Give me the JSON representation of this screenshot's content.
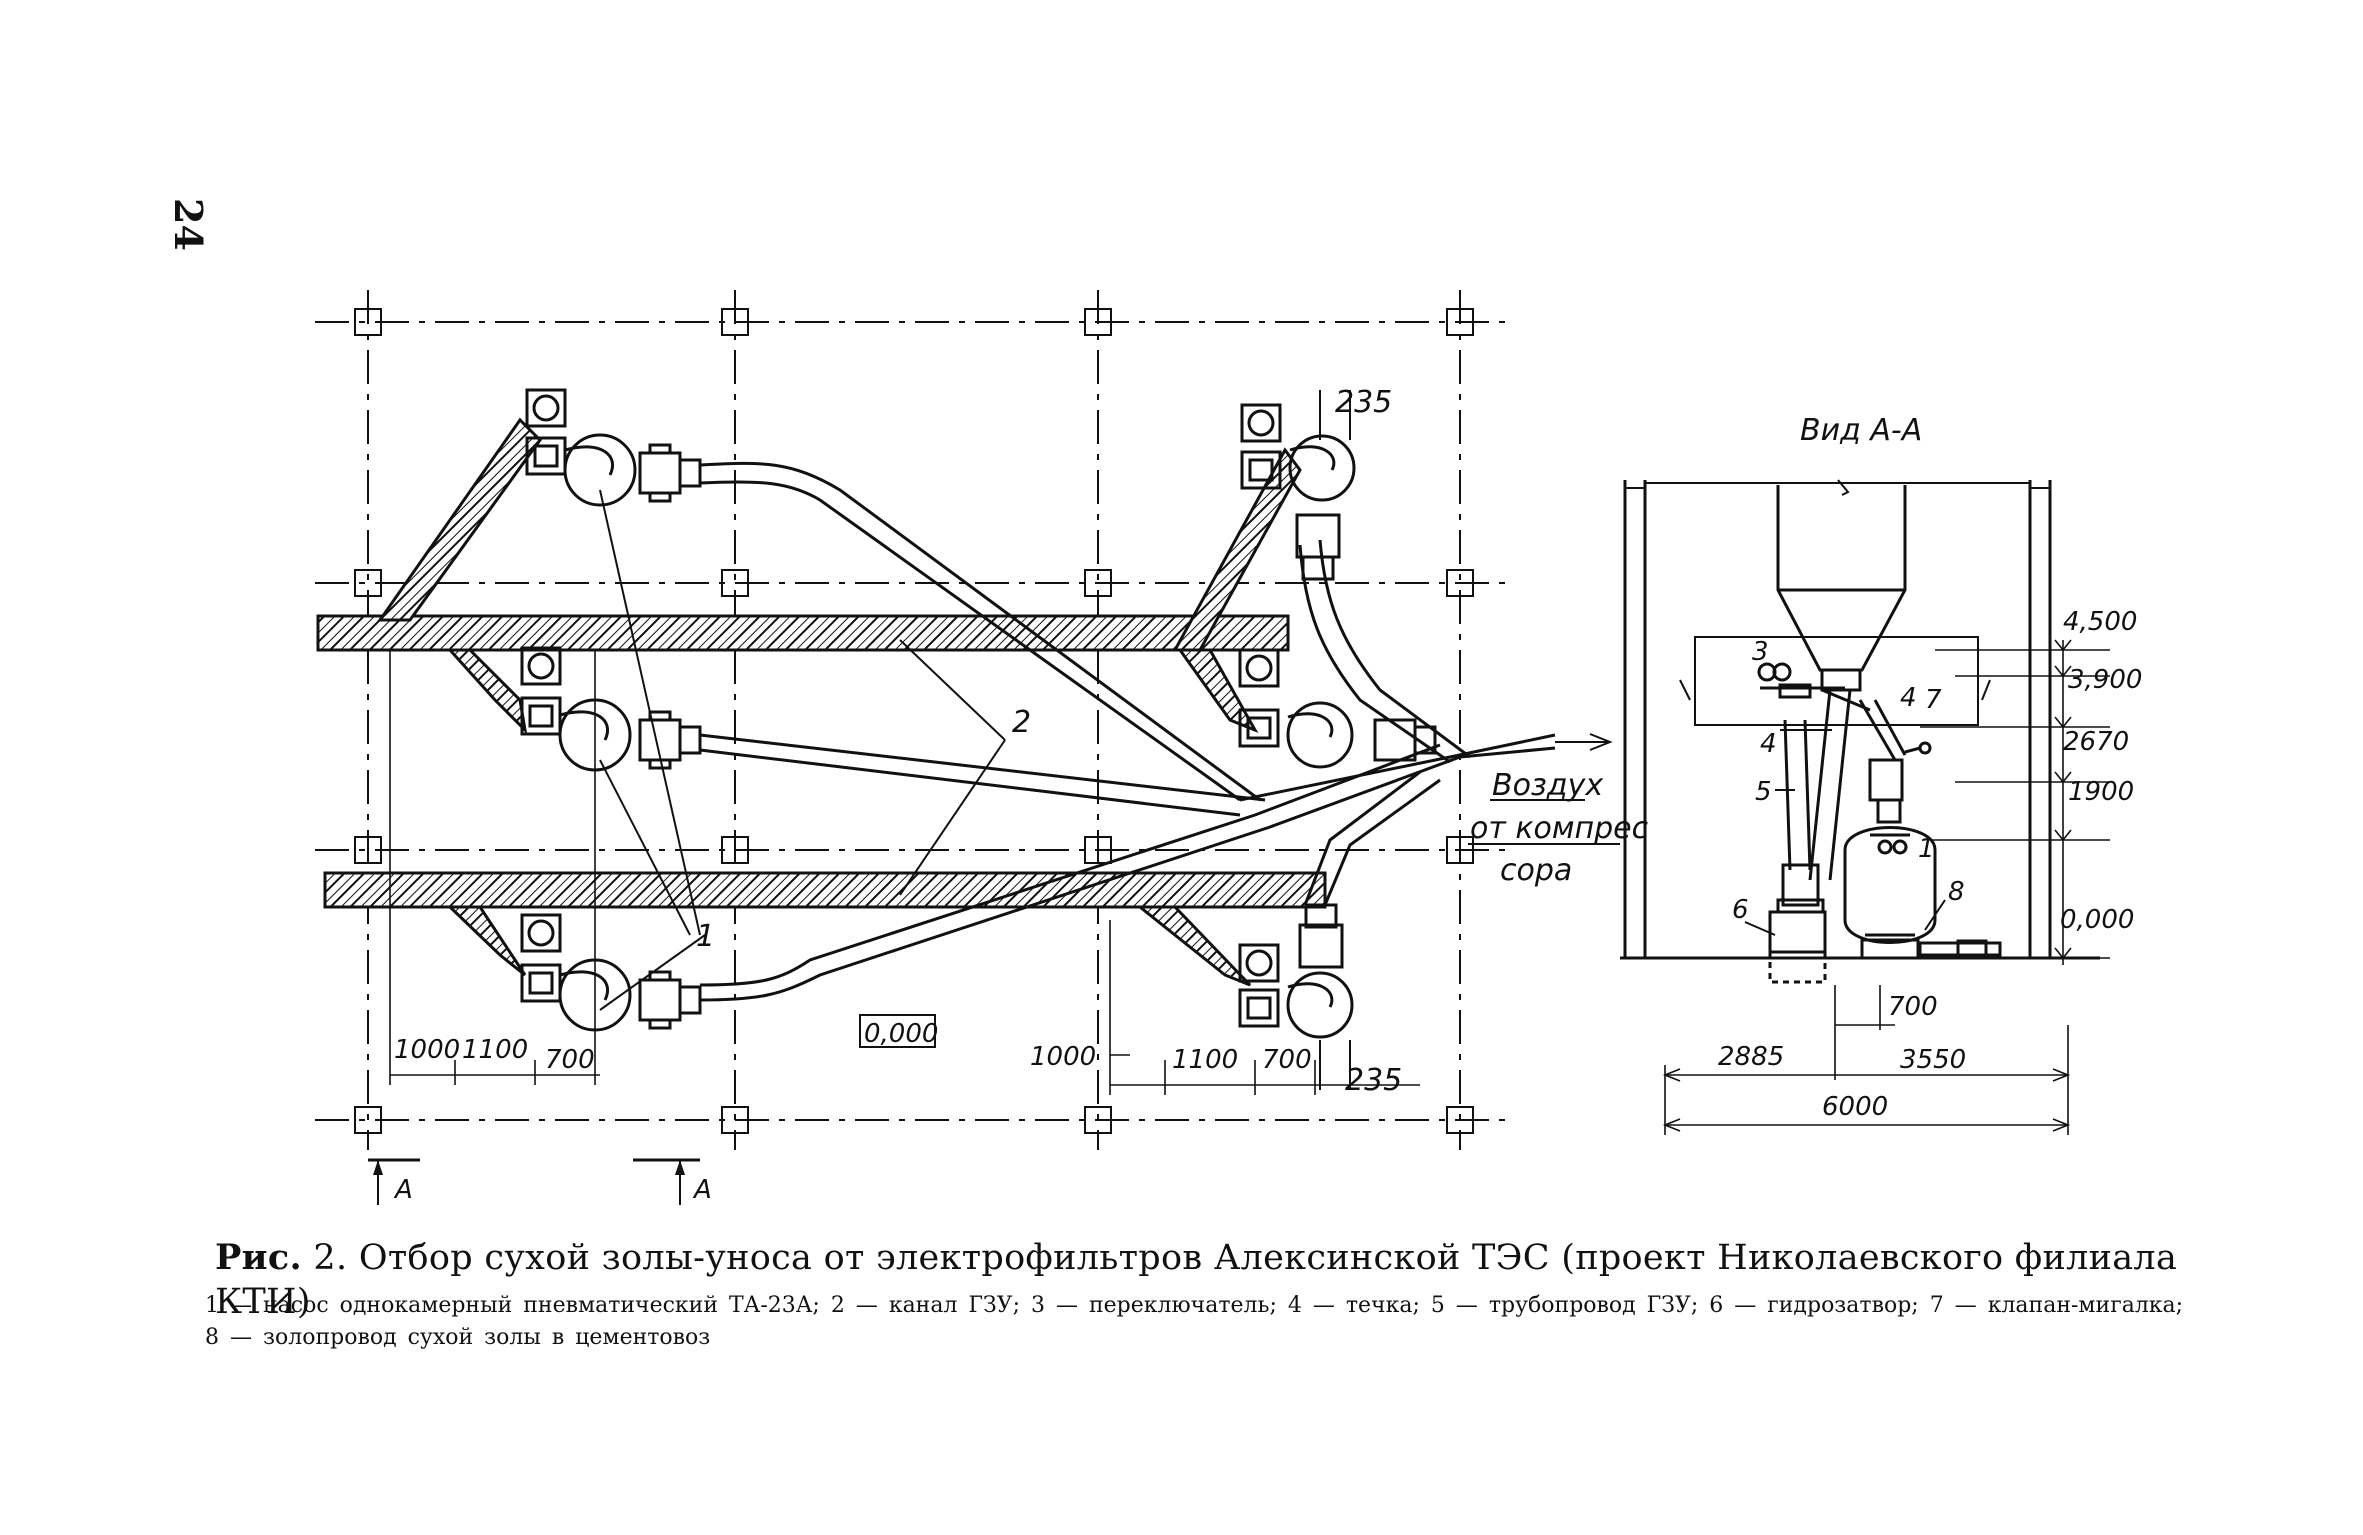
{
  "page": {
    "number": "24"
  },
  "figure": {
    "caption_prefix": "Рис.",
    "caption_number": "2.",
    "caption_text": "Отбор сухой золы-уноса от электрофильтров Алексинской ТЭС (проект Николаевского филиала КТИ)",
    "legend_text": "1 — насос однокамерный пневматический ТА-23А; 2 — канал ГЗУ; 3 — переключатель; 4 — течка; 5 — трубопровод ГЗУ; 6 — гидрозатвор; 7 — клапан-мигалка; 8 — золопровод сухой золы в цементовоз"
  },
  "plan": {
    "label_235_top": "235",
    "label_235_bottom": "235",
    "label_channel": "2",
    "label_pump": "1",
    "label_level": "0,000",
    "dims_left": [
      "1000",
      "1100",
      "700"
    ],
    "dims_right": [
      "1000",
      "1100",
      "700"
    ],
    "section_mark": "A",
    "air_label_1": "Воздух",
    "air_label_2": "от компрес",
    "air_label_3": "сора"
  },
  "section": {
    "title": "Вид А-А",
    "levels": [
      "4,500",
      "3,900",
      "2670",
      "1900",
      "0,000"
    ],
    "part_numbers": [
      "3",
      "4",
      "7",
      "4",
      "5",
      "1",
      "6",
      "8"
    ],
    "dim_700": "700",
    "dim_2885": "2885",
    "dim_3550": "3550",
    "dim_6000": "6000"
  }
}
